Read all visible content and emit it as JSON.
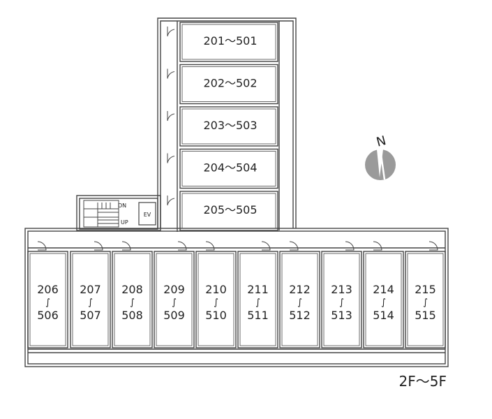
{
  "north_label": "N",
  "floor_label": "2F～5F",
  "stair_labels": {
    "down": "DN",
    "up": "UP"
  },
  "elevator_label": "EV",
  "tower_units": [
    "201～501",
    "202～502",
    "203～503",
    "204～504",
    "205～505"
  ],
  "row_units": [
    {
      "top": "206",
      "bottom": "506"
    },
    {
      "top": "207",
      "bottom": "507"
    },
    {
      "top": "208",
      "bottom": "508"
    },
    {
      "top": "209",
      "bottom": "509"
    },
    {
      "top": "210",
      "bottom": "510"
    },
    {
      "top": "211",
      "bottom": "511"
    },
    {
      "top": "212",
      "bottom": "512"
    },
    {
      "top": "213",
      "bottom": "513"
    },
    {
      "top": "214",
      "bottom": "514"
    },
    {
      "top": "215",
      "bottom": "515"
    }
  ],
  "range_glyph": "∫",
  "colors": {
    "wall": "#444444",
    "compass": "#9a9a9a"
  }
}
